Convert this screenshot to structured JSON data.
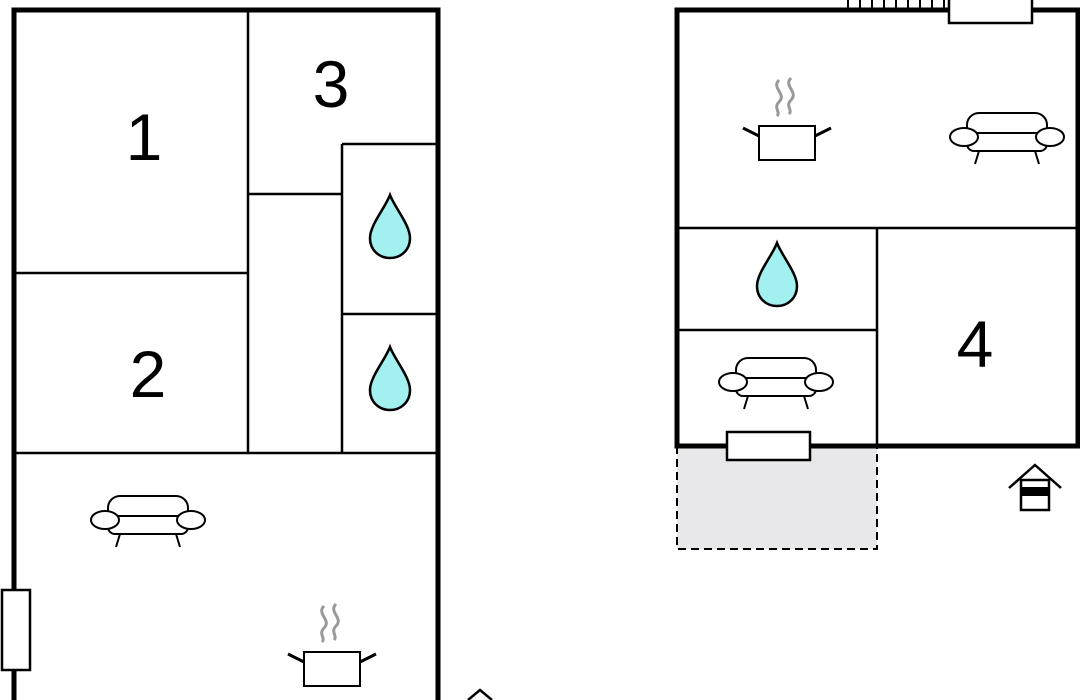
{
  "colors": {
    "wall": "#000000",
    "water": "#a3f0f0",
    "steam": "#999999",
    "terrace": "#e8e8ea",
    "background": "#ffffff"
  },
  "rooms": {
    "bedroom_1": {
      "number": "1"
    },
    "bedroom_2": {
      "number": "2"
    },
    "bedroom_3": {
      "number": "3"
    },
    "bedroom_4": {
      "number": "4"
    }
  },
  "icons": {
    "bathroom": "water-drop-icon",
    "living": "sofa-icon",
    "kitchen": "cooking-pot-icon",
    "entrance": "house-entrance-icon",
    "terrace": "terrace-area",
    "window": "window-marker",
    "stairs": "stairs"
  }
}
